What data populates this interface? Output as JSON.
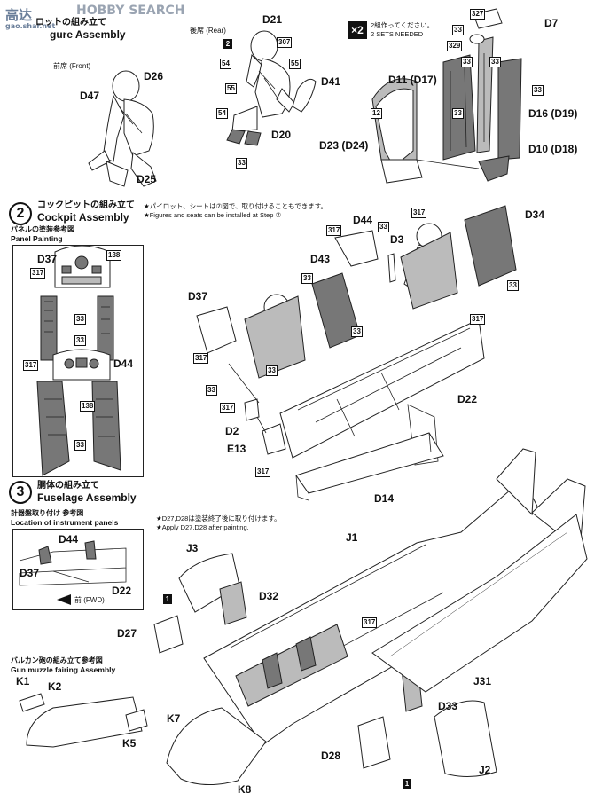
{
  "watermark": {
    "brand": "HOBBY SEARCH",
    "cn_name": "高达",
    "site": "gao.shar.net"
  },
  "step1": {
    "title_ja_fragment": "ロットの組み立て",
    "title_en_fragment": "gure Assembly",
    "rear_label": "後席 (Rear)",
    "front_label": "前席 (Front)",
    "x2_badge": "×2",
    "x2_note_ja": "2組作ってください。",
    "x2_note_en": "2 SETS NEEDED",
    "parts": {
      "D21": "D21",
      "D26": "D26",
      "D47": "D47",
      "D25": "D25",
      "D41": "D41",
      "D20": "D20",
      "D7": "D7",
      "D11": "D11 (D17)",
      "D16": "D16 (D19)",
      "D23": "D23 (D24)",
      "D10": "D10 (D18)"
    },
    "colors": {
      "c2": "2",
      "c307": "307",
      "c54a": "54",
      "c55a": "55",
      "c55b": "55",
      "c54b": "54",
      "c33a": "33",
      "c327": "327",
      "c33b": "33",
      "c329": "329",
      "c33c": "33",
      "c33d": "33",
      "c33e": "33",
      "c33f": "33",
      "c12": "12"
    }
  },
  "step2": {
    "num": "2",
    "title_ja": "コックピットの組み立て",
    "title_en": "Cockpit Assembly",
    "note_ja": "★パイロット、シートは⑦図で、取り付けることもできます。",
    "note_en": "★Figures and seats can be installed at Step ⑦",
    "panel_ja": "パネルの塗装参考図",
    "panel_en": "Panel Painting",
    "parts": {
      "D37a": "D37",
      "D44a": "D44",
      "D44b": "D44",
      "D3": "D3",
      "D34": "D34",
      "D43": "D43",
      "D37b": "D37",
      "D22": "D22",
      "D2": "D2",
      "E13": "E13",
      "D14": "D14"
    },
    "colors": {
      "c138a": "138",
      "c317a": "317",
      "c33a": "33",
      "c33b": "33",
      "c317b": "317",
      "c138b": "138",
      "c33c": "33",
      "c33d": "33",
      "c317c": "317",
      "c33e": "33",
      "c317d": "317",
      "c33f": "33",
      "c33g": "33",
      "c317e": "317",
      "c33h": "33",
      "c317f": "317",
      "c33i": "33",
      "c317g": "317",
      "c317h": "317"
    }
  },
  "step3": {
    "num": "3",
    "title_ja": "胴体の組み立て",
    "title_en": "Fuselage Assembly",
    "note1": "★D27,D28は塗装終了後に取り付けます。",
    "note2": "★Apply D27,D28 after painting.",
    "instr_ja": "計器盤取り付け 参考図",
    "instr_en": "Location of instrument panels",
    "fwd": "前 (FWD)",
    "gun_ja": "バルカン砲の組み立て参考図",
    "gun_en": "Gun muzzle fairing Assembly",
    "parts": {
      "D44": "D44",
      "D37": "D37",
      "D22": "D22",
      "J1": "J1",
      "J3": "J3",
      "D32": "D32",
      "D27": "D27",
      "K1": "K1",
      "K2": "K2",
      "K5": "K5",
      "K7": "K7",
      "K8": "K8",
      "J31": "J31",
      "D33": "D33",
      "D28": "D28",
      "J2": "J2"
    },
    "colors": {
      "c1a": "1",
      "c317": "317",
      "c1b": "1"
    }
  }
}
